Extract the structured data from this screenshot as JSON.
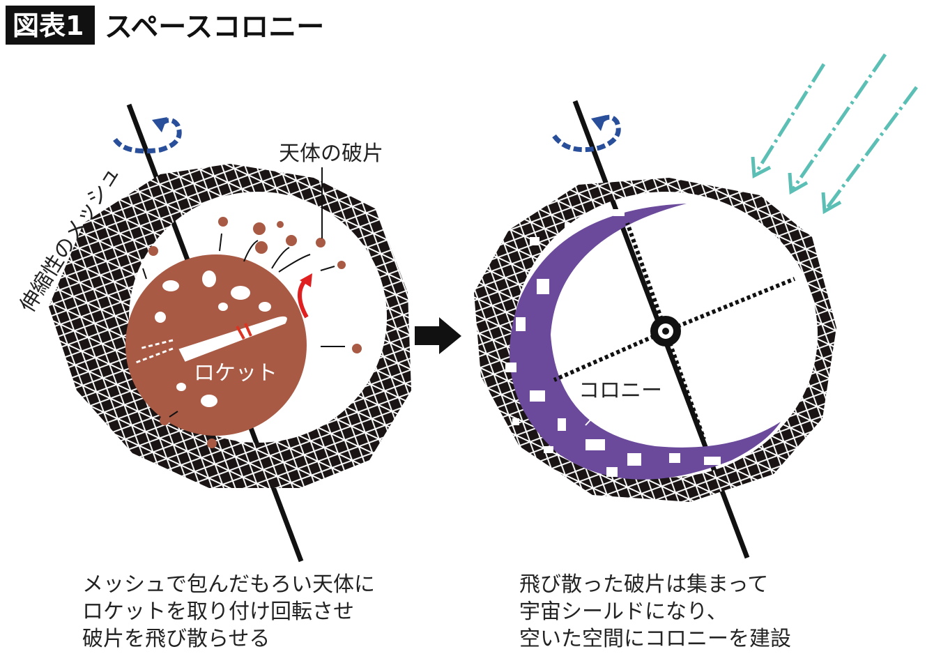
{
  "header": {
    "badge": "図表1",
    "title": "スペースコロニー"
  },
  "left_panel": {
    "mesh_label": "伸縮性のメッシュ",
    "debris_label": "天体の破片",
    "rocket_label": "ロケット",
    "caption": [
      "メッシュで包んだもろい天体に",
      "ロケットを取り付け回転させ",
      "破片を飛び散らせる"
    ]
  },
  "right_panel": {
    "colony_label": "コロニー",
    "caption": [
      "飛び散った破片は集まって",
      "宇宙シールドになり、",
      "空いた空間にコロニーを建設"
    ]
  },
  "colors": {
    "asteroid": "#a85a44",
    "colony": "#6b4a9c",
    "rotation": "#2a4f9a",
    "rocket_spin": "#e02020",
    "radiation": "#5bbfb5"
  }
}
